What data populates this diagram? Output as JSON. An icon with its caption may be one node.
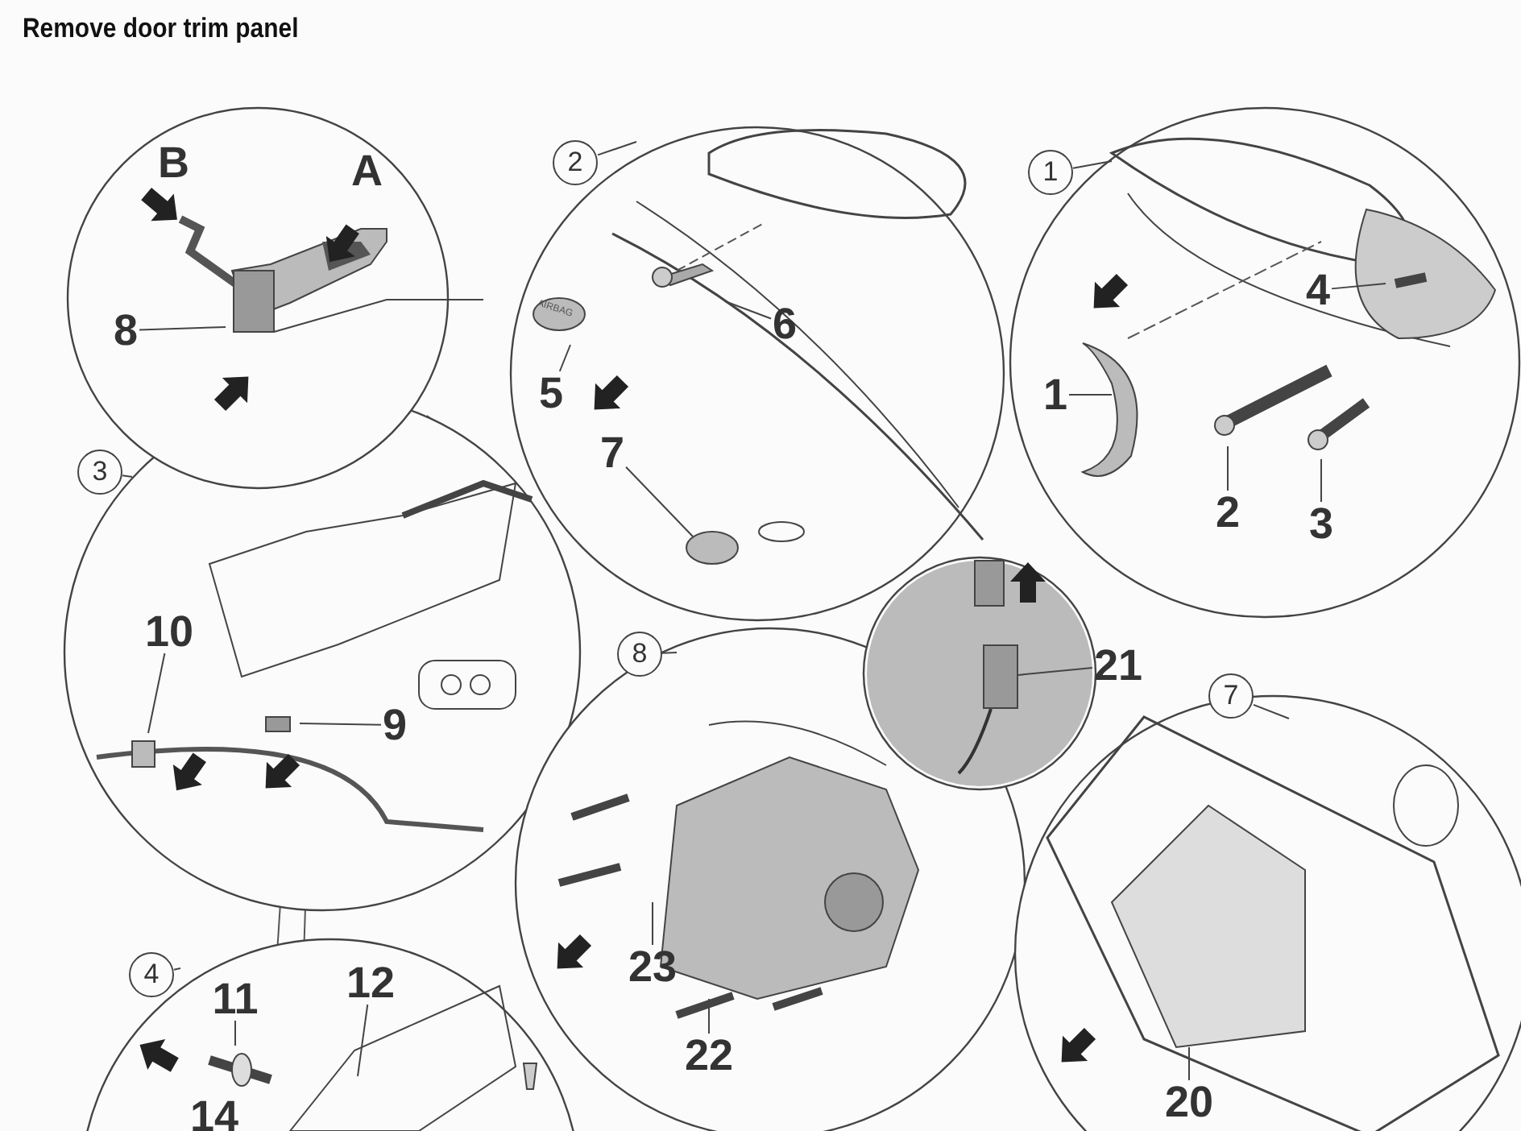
{
  "diagram": {
    "title": "Remove door trim panel",
    "nodes": [
      {
        "text": [
          "2"
        ]
      },
      {
        "text": [
          "1"
        ]
      },
      {
        "text": [
          "4"
        ]
      },
      {
        "text": [
          "8"
        ]
      },
      {
        "text": [
          "6"
        ]
      },
      {
        "text": [
          "5"
        ]
      },
      {
        "text": [
          "1"
        ]
      },
      {
        "text": [
          "7"
        ]
      },
      {
        "text": [
          "3"
        ]
      },
      {
        "text": [
          "2"
        ]
      },
      {
        "text": [
          "3"
        ]
      },
      {
        "text": [
          "10"
        ]
      },
      {
        "text": [
          "8"
        ]
      },
      {
        "text": [
          "21"
        ]
      },
      {
        "text": [
          "7"
        ]
      },
      {
        "text": [
          "9"
        ]
      },
      {
        "text": [
          "23"
        ]
      },
      {
        "text": [
          "4"
        ]
      },
      {
        "text": [
          "12"
        ]
      },
      {
        "text": [
          "11"
        ]
      },
      {
        "text": [
          "22"
        ]
      },
      {
        "text": [
          "20"
        ]
      },
      {
        "text": [],
        "shape": "box"
      }
    ],
    "edges": [
      {
        "from": 3,
        "to": null,
        "arrow": "none"
      },
      {
        "from": 4,
        "to": null,
        "arrow": "none"
      },
      {
        "from": 5,
        "to": null,
        "arrow": "none"
      },
      {
        "from": 7,
        "to": null,
        "arrow": "none"
      },
      {
        "from": 6,
        "to": null,
        "arrow": "none"
      },
      {
        "from": 9,
        "to": null,
        "arrow": "none"
      },
      {
        "from": 10,
        "to": null,
        "arrow": "none"
      },
      {
        "from": 2,
        "to": null,
        "arrow": "none"
      },
      {
        "from": 11,
        "to": null,
        "arrow": "none"
      },
      {
        "from": 15,
        "to": null,
        "arrow": "none"
      },
      {
        "from": 13,
        "to": 22,
        "arrow": "none"
      },
      {
        "from": 16,
        "to": null,
        "arrow": "none"
      },
      {
        "from": 20,
        "to": null,
        "arrow": "none"
      },
      {
        "from": 19,
        "to": null,
        "arrow": "none"
      },
      {
        "from": 18,
        "to": null,
        "arrow": "none"
      },
      {
        "from": 21,
        "to": null,
        "arrow": "none"
      },
      {
        "from": 0,
        "to": null,
        "arrow": "none"
      },
      {
        "from": 1,
        "to": null,
        "arrow": "none"
      },
      {
        "from": 8,
        "to": null,
        "arrow": "none"
      },
      {
        "from": 12,
        "to": null,
        "arrow": "none"
      },
      {
        "from": 14,
        "to": null,
        "arrow": "none"
      },
      {
        "from": 17,
        "to": null,
        "arrow": "none"
      }
    ],
    "labels": [
      "B",
      "A",
      "AIRBAG",
      "14"
    ]
  }
}
